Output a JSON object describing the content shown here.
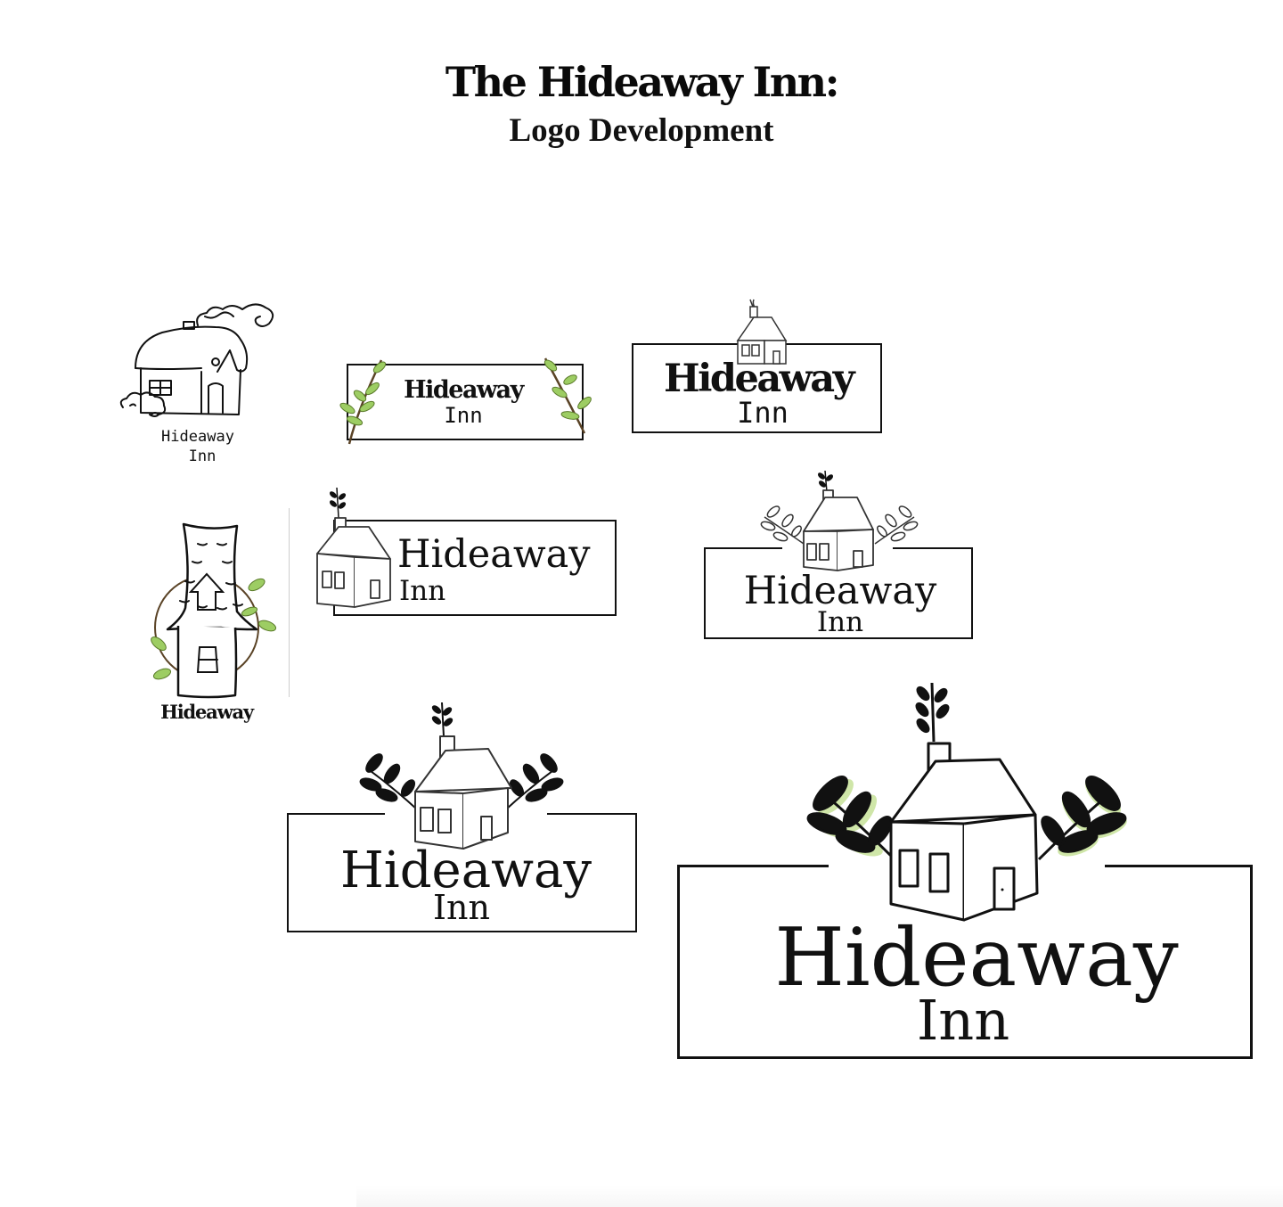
{
  "page": {
    "title": "The Hideaway Inn:",
    "subtitle": "Logo Development"
  },
  "logos": {
    "sketch_cottage": {
      "line1": "Hideaway",
      "line2": "Inn"
    },
    "vine_banner": {
      "line1": "Hideaway",
      "line2": "Inn"
    },
    "bold_house_box": {
      "line1": "Hideaway",
      "line2": "Inn"
    },
    "tall_tree_house": {
      "line1": "Hideaway"
    },
    "side_house_box": {
      "line1": "Hideaway",
      "line2": "Inn"
    },
    "house_leaves_outline": {
      "line1": "Hideaway",
      "line2": "Inn"
    },
    "house_leaves_black": {
      "line1": "Hideaway",
      "line2": "Inn"
    },
    "final_logo": {
      "line1": "Hideaway",
      "line2": "Inn"
    }
  },
  "colors": {
    "ink": "#111111",
    "leaf_green": "#9dcd63",
    "leaf_green_light": "#cfe6a8",
    "vine_brown": "#5a4326"
  },
  "icons": [
    "cottage-icon",
    "vine-icon",
    "house-icon",
    "leaf-branch-icon",
    "tree-house-icon"
  ]
}
